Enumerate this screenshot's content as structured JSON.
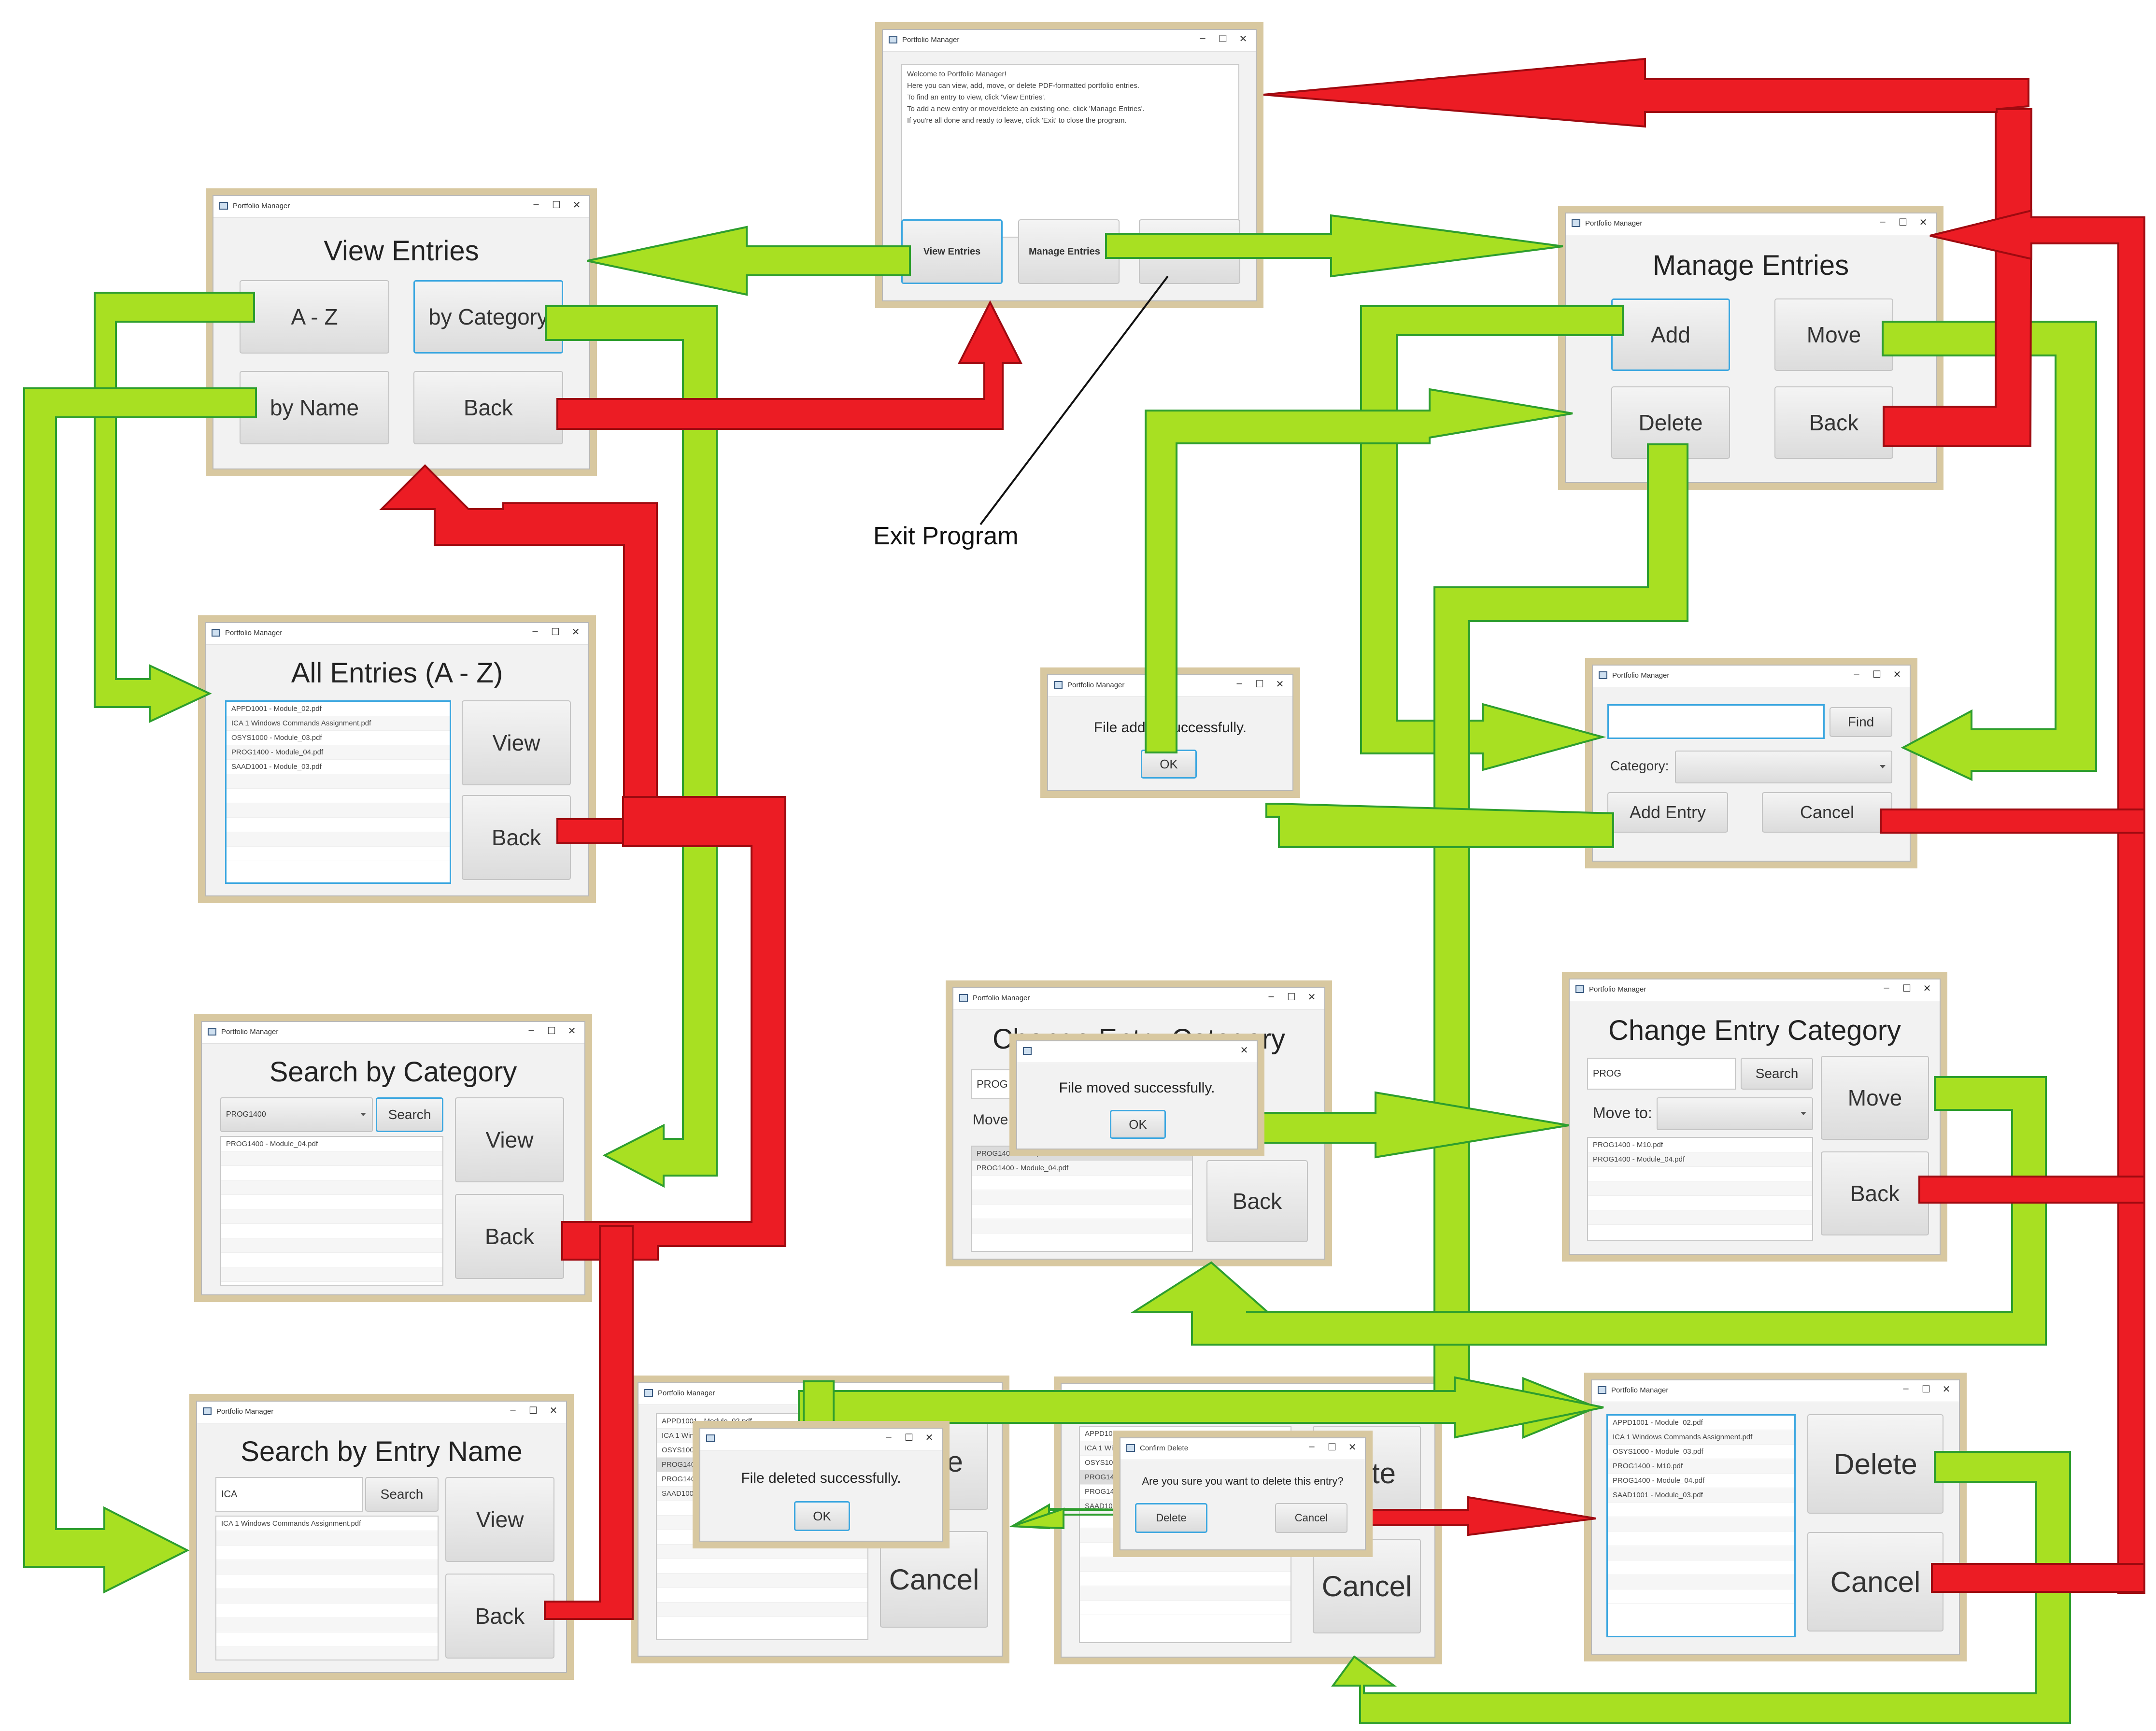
{
  "window_title": "Portfolio Manager",
  "titlebar_controls": {
    "min": "–",
    "max": "☐",
    "close": "✕"
  },
  "annotation": {
    "exit_label": "Exit Program"
  },
  "main_menu": {
    "text_lines": [
      "Welcome to Portfolio Manager!",
      "Here you can view, add, move, or delete PDF-formatted portfolio entries.",
      "To find an entry to view, click 'View Entries'.",
      "To add a new entry or move/delete an existing one, click 'Manage Entries'.",
      "If you're all done and ready to leave, click 'Exit' to close the program."
    ],
    "view_button": "View Entries",
    "manage_button": "Manage Entries"
  },
  "view_entries": {
    "title": "View Entries",
    "az": "A - Z",
    "by_category": "by Category",
    "by_name": "by Name",
    "back": "Back"
  },
  "all_entries": {
    "title": "All Entries (A - Z)",
    "items": [
      "APPD1001 - Module_02.pdf",
      "ICA 1 Windows Commands Assignment.pdf",
      "OSYS1000 - Module_03.pdf",
      "PROG1400 - Module_04.pdf",
      "SAAD1001 - Module_03.pdf"
    ],
    "view": "View",
    "back": "Back"
  },
  "search_category": {
    "title": "Search by Category",
    "combo_value": "PROG1400",
    "search": "Search",
    "items": [
      "PROG1400 - Module_04.pdf"
    ],
    "view": "View",
    "back": "Back"
  },
  "search_name": {
    "title": "Search by Entry Name",
    "input_value": "ICA",
    "search": "Search",
    "items": [
      "ICA 1 Windows Commands Assignment.pdf"
    ],
    "view": "View",
    "back": "Back"
  },
  "manage_entries": {
    "title": "Manage Entries",
    "add": "Add",
    "move": "Move",
    "delete": "Delete",
    "back": "Back"
  },
  "add_entry": {
    "find": "Find",
    "category_label": "Category:",
    "add": "Add Entry",
    "cancel": "Cancel"
  },
  "file_added": {
    "message": "File added successfully.",
    "ok": "OK"
  },
  "change_category_bg": {
    "title": "Change Entry Category",
    "input_value": "PROG",
    "move_label": "Move",
    "items": [
      "PROG1400 - M10.pdf",
      "PROG1400 - Module_04.pdf"
    ],
    "back": "Back"
  },
  "file_moved": {
    "message": "File moved successfully.",
    "ok": "OK"
  },
  "change_category": {
    "title": "Change Entry Category",
    "input_value": "PROG",
    "search": "Search",
    "move_to": "Move to:",
    "items": [
      "PROG1400 - M10.pdf",
      "PROG1400 - Module_04.pdf"
    ],
    "move": "Move",
    "back": "Back"
  },
  "delete_bg1": {
    "items": [
      "APPD1001 - Module_02.pdf",
      "ICA 1 Windo",
      "OSYS1000 -",
      "PROG1400 -",
      "PROG1400 -",
      "SAAD1001 -"
    ],
    "delete_partial": "te",
    "cancel": "Cancel"
  },
  "file_deleted": {
    "message": "File deleted successfully.",
    "ok": "OK"
  },
  "delete_bg2": {
    "items": [
      "APPD1001 - Module_02.pdf",
      "ICA 1 Windo",
      "OSYS1000 -",
      "PROG1400 -",
      "PROG1400 -",
      "SAAD1001 -"
    ],
    "delete_partial": "te",
    "cancel": "Cancel"
  },
  "confirm_delete": {
    "title": "Confirm Delete",
    "message": "Are you sure you want to delete this entry?",
    "delete": "Delete",
    "cancel": "Cancel"
  },
  "delete_entries": {
    "items": [
      "APPD1001 - Module_02.pdf",
      "ICA 1 Windows Commands Assignment.pdf",
      "OSYS1000 - Module_03.pdf",
      "PROG1400 - M10.pdf",
      "PROG1400 - Module_04.pdf",
      "SAAD1001 - Module_03.pdf"
    ],
    "delete": "Delete",
    "cancel": "Cancel"
  },
  "colors": {
    "forward_arrow": "#a8e022",
    "back_arrow": "#ec1c24",
    "focus": "#3ca7e0"
  }
}
